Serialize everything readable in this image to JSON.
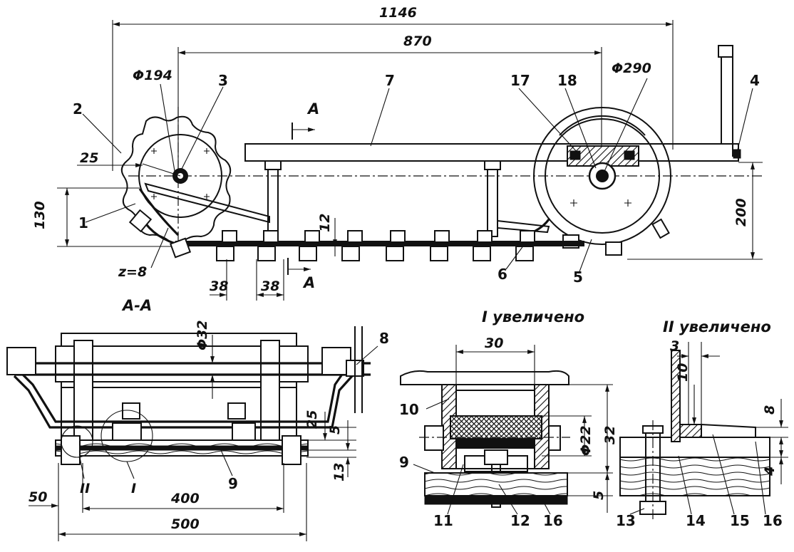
{
  "dimensions": {
    "d1146": "1146",
    "d870": "870",
    "d194": "Φ194",
    "d290": "Φ290",
    "d25a": "25",
    "d130": "130",
    "d200": "200",
    "d12": "12",
    "d38a": "38",
    "d38b": "38",
    "dz8": "z=8",
    "d32": "Φ32",
    "d25b": "25",
    "d5a": "5",
    "d13": "13",
    "d50": "50",
    "d400": "400",
    "d500": "500",
    "d30": "30",
    "d22": "Φ22",
    "d32b": "32",
    "d5b": "5",
    "d3": "3",
    "d10": "10",
    "d8": "8",
    "d4": "4"
  },
  "section_marks": {
    "a_top": "A",
    "a_bottom": "A",
    "aa_title": "A-A",
    "detail1_title": "I увеличено",
    "detail2_title": "II увеличено",
    "call_I": "I",
    "call_II": "II"
  },
  "parts": [
    "1",
    "2",
    "3",
    "4",
    "5",
    "6",
    "7",
    "8",
    "9",
    "10",
    "11",
    "12",
    "13",
    "14",
    "15",
    "16",
    "17",
    "18"
  ],
  "parts_extra": {
    "p9b": "9",
    "p16b": "16"
  }
}
